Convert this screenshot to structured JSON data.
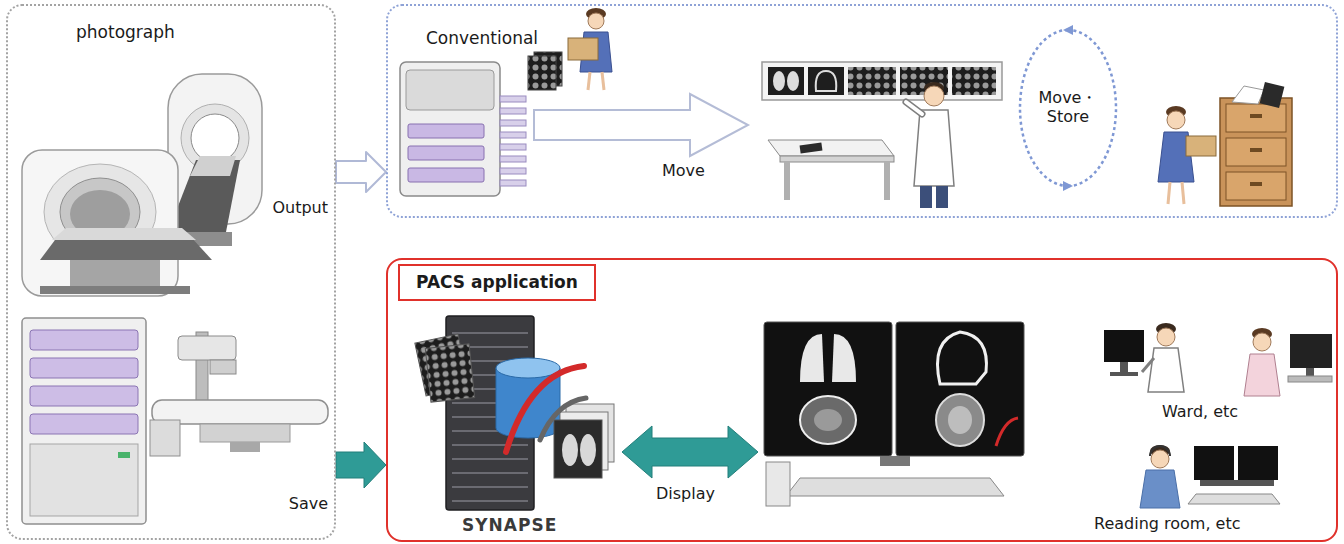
{
  "diagram": {
    "nodes": [
      {
        "text": [
          "photograph"
        ]
      },
      {
        "text": [
          "Conventional"
        ]
      },
      {
        "text": [
          "PACS application"
        ]
      }
    ],
    "edges": [
      {
        "from": 0,
        "to": 1,
        "label": "Output",
        "arrow": "to"
      },
      {
        "from": 0,
        "to": 2,
        "label": "Save",
        "arrow": "to"
      }
    ],
    "labels": [
      "Move",
      "Move・ Store",
      "SYNAPSE",
      "Display",
      "Ward, etc",
      "Reading room, etc"
    ]
  }
}
